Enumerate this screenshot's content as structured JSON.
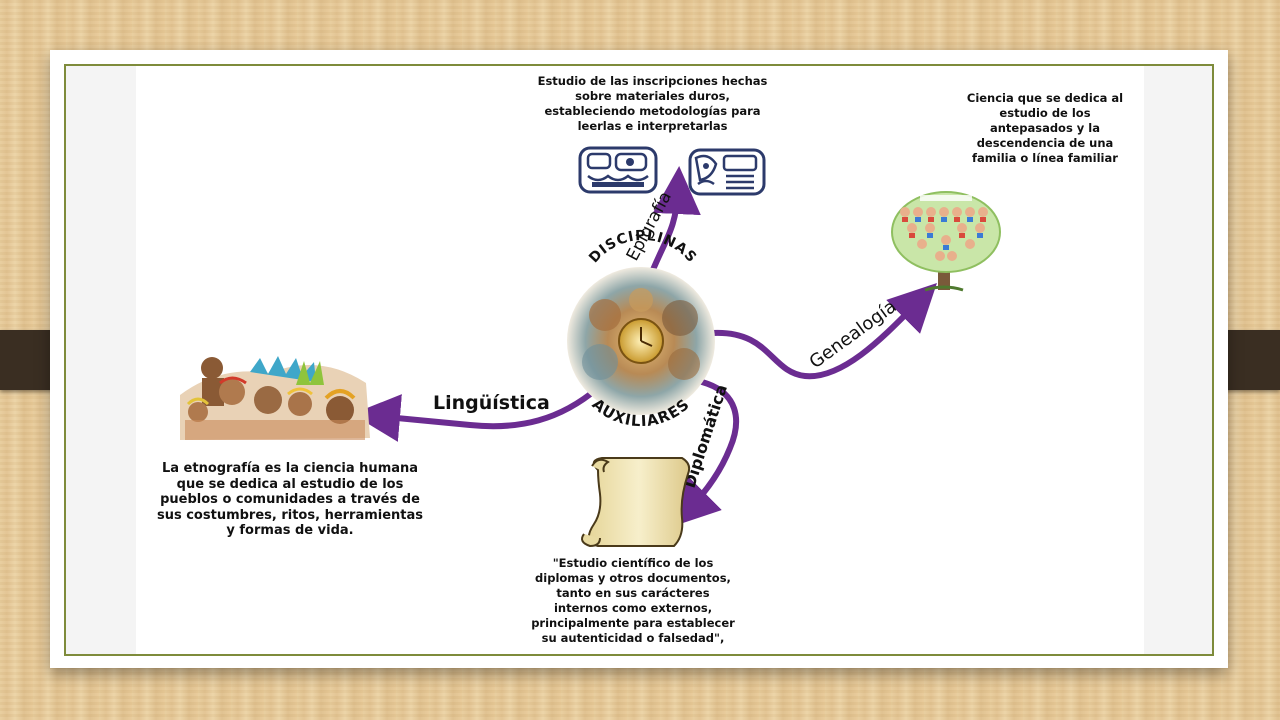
{
  "center": {
    "top_label": "DISCIPLINAS",
    "bottom_label": "AUXILIARES"
  },
  "branches": {
    "epigrafia": {
      "label": "Epigrafía",
      "description": "Estudio de las inscripciones hechas\nsobre materiales duros,\nestableciendo metodologías para\nleerlas e interpretarlas"
    },
    "genealogia": {
      "label": "Genealogía",
      "description": "Ciencia que se dedica al\nestudio de los\nantepasados y la\ndescendencia de una\nfamilia o línea familiar"
    },
    "linguistica": {
      "label": "Lingüística",
      "description": "La etnografía es la ciencia humana\nque se dedica al estudio de los\npueblos o comunidades a través de\nsus costumbres, ritos, herramientas\ny formas de vida."
    },
    "diplomatica": {
      "label": "Diplomática",
      "description": "\"Estudio científico de los\ndiplomas y otros documentos,\ntanto en sus carácteres\ninternos como externos,\nprincipalmente para establecer\nsu autenticidad o falsedad\","
    }
  },
  "colors": {
    "arrow": "#6b2c91",
    "frame": "#7e8b3b",
    "tab": "#3a2e22"
  },
  "icons": {
    "center": "historical-collage-clock",
    "epigrafia": "glyph-carvings",
    "genealogia": "family-tree",
    "linguistica": "indigenous-people-photo",
    "diplomatica": "parchment-scroll"
  }
}
